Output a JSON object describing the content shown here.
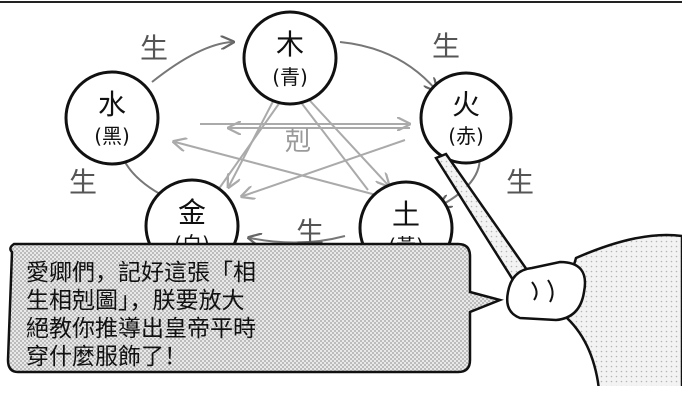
{
  "elements": [
    {
      "id": "wood",
      "name": "木",
      "color": "(青)"
    },
    {
      "id": "fire",
      "name": "火",
      "color": "(赤)"
    },
    {
      "id": "earth",
      "name": "土",
      "color": "(黃)"
    },
    {
      "id": "metal",
      "name": "金",
      "color": "(白)"
    },
    {
      "id": "water",
      "name": "水",
      "color": "(黑)"
    }
  ],
  "generating_label": "生",
  "overcoming_label": "剋",
  "speech_bubble": {
    "lines": [
      "愛卿們，記好這張「相",
      "生相剋圖」，朕要放大",
      "絕教你推導出皇帝平時",
      "穿什麼服飾了！"
    ]
  }
}
